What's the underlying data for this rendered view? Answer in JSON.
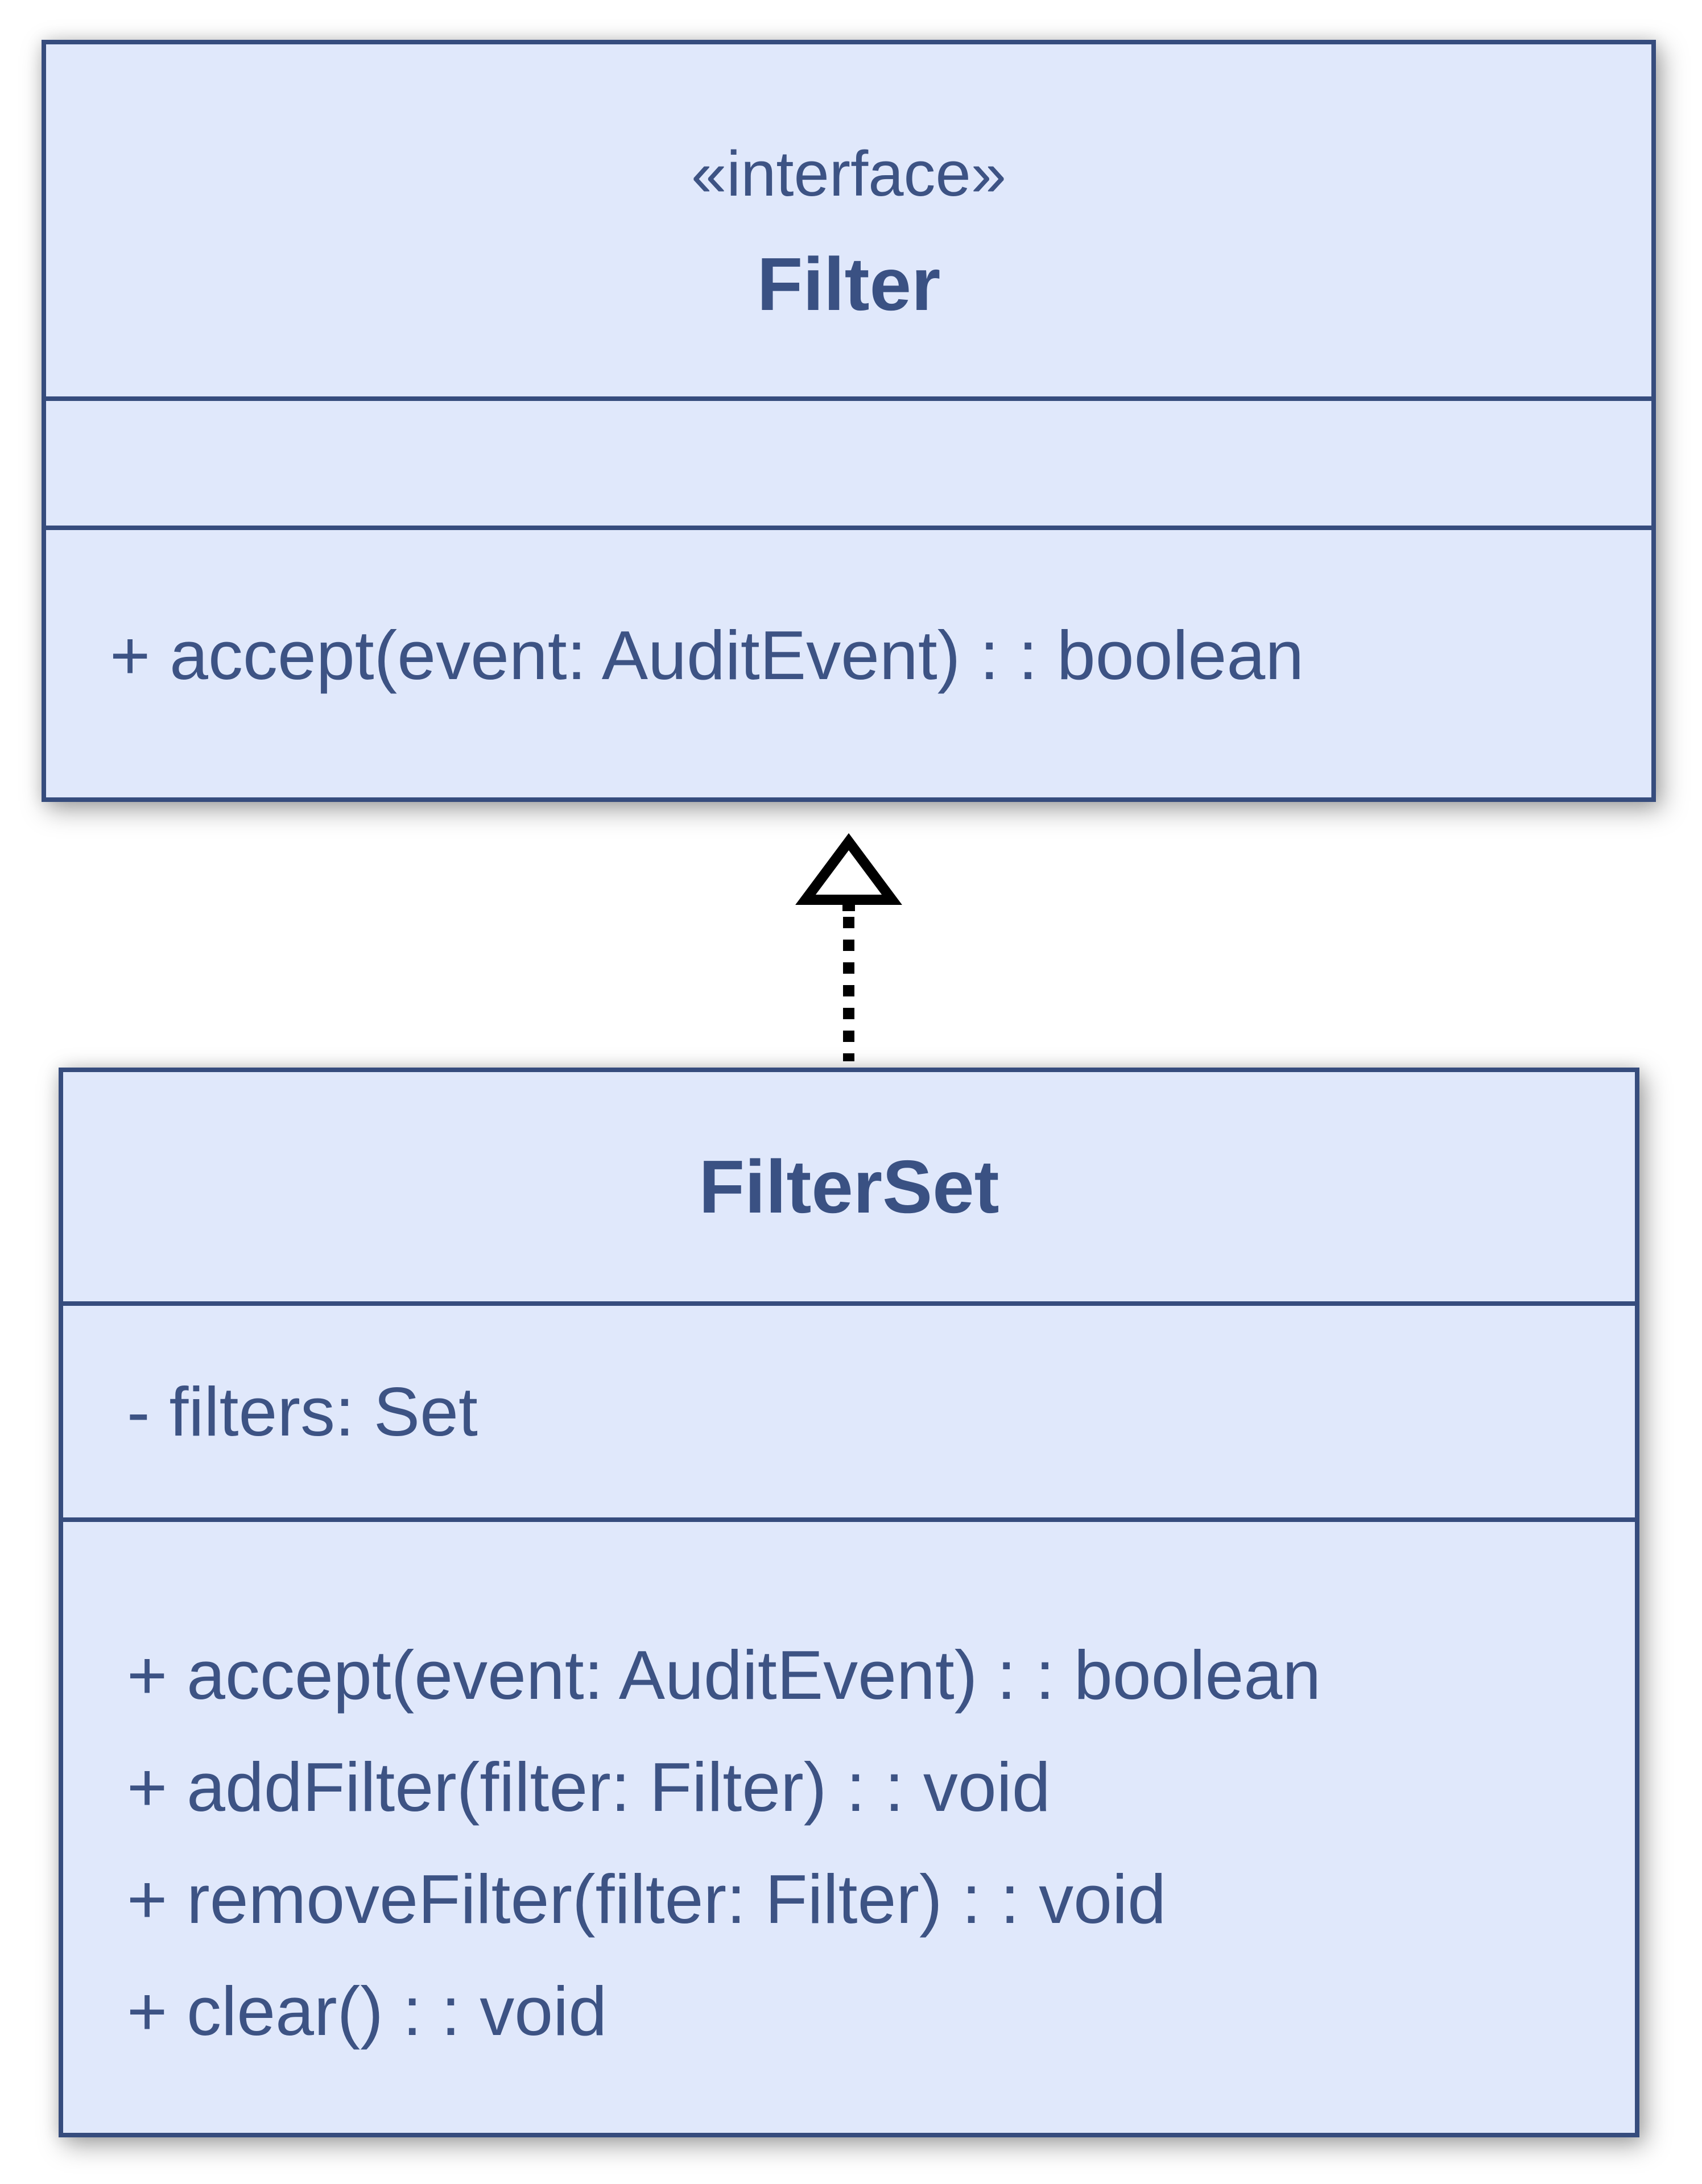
{
  "diagram": {
    "kind": "uml-class-diagram",
    "background_color": "#ffffff",
    "box_fill_color": "#e0e8fb",
    "box_border_color": "#364c7d",
    "text_color": "#3d5384",
    "arrow_color": "#000000"
  },
  "interface_box": {
    "stereotype": "«interface»",
    "name": "Filter",
    "attributes": [],
    "methods": [
      "+ accept(event: AuditEvent) : : boolean"
    ]
  },
  "class_box": {
    "name": "FilterSet",
    "attributes": [
      "- filters: Set"
    ],
    "methods": [
      "+ accept(event: AuditEvent) : : boolean",
      "+ addFilter(filter: Filter) : : void",
      "+ removeFilter(filter: Filter) : : void",
      "+ clear() : : void"
    ]
  },
  "relationship": {
    "type": "realization",
    "from": "FilterSet",
    "to": "Filter",
    "line_style": "dashed",
    "arrowhead": "hollow-triangle"
  }
}
